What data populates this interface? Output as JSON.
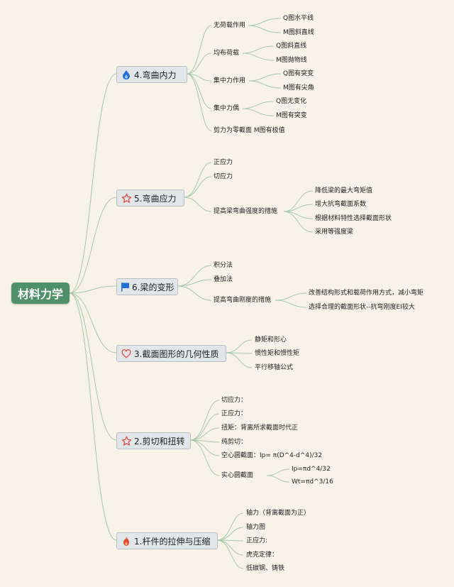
{
  "root": {
    "label": "材料力学"
  },
  "topics": {
    "bending_internal": {
      "label": "4.弯曲内力",
      "icon": "water-drop-icon",
      "children": {
        "no_load": {
          "label": "无荷载作用",
          "q": "Q图水平线",
          "m": "M图斜直线"
        },
        "uniform_load": {
          "label": "均布荷载",
          "q": "Q图斜直线",
          "m": "M图抛物线"
        },
        "point_force": {
          "label": "集中力作用",
          "q": "Q图有突变",
          "m": "M图有尖角"
        },
        "couple": {
          "label": "集中力偶",
          "q": "Q图无变化",
          "m": "M图有突变"
        },
        "zero_shear": {
          "label": "剪力为零截面 M图有极值"
        }
      }
    },
    "bending_stress": {
      "label": "5.弯曲应力",
      "icon": "star-outline-icon",
      "children": {
        "normal": "正应力",
        "shear": "切应力",
        "improve": {
          "label": "提高梁弯曲强度的措施",
          "items": [
            "降低梁的最大弯矩值",
            "增大抗弯截面系数",
            "根据材料特性选择截面形状",
            "采用等强度梁"
          ]
        }
      }
    },
    "deformation": {
      "label": "6.梁的变形",
      "icon": "flag-icon",
      "children": {
        "integral": "积分法",
        "superposition": "叠加法",
        "stiffness": {
          "label": "提高弯曲刚度的措施",
          "items": [
            "改善结构形式和载荷作用方式，减小弯矩",
            "选择合理的截面形状--抗弯刚度EI较大"
          ]
        }
      }
    },
    "geometry": {
      "label": "3.截面图形的几何性质",
      "icon": "heart-outline-icon",
      "children": [
        "静矩和形心",
        "惯性矩和惯性矩",
        "平行移轴公式"
      ]
    },
    "shear_torsion": {
      "label": "2.剪切和扭转",
      "icon": "star-outline-icon",
      "children": {
        "shear_stress": "切应力：",
        "normal_stress": "正应力：",
        "torque": "扭矩：背离所求截面时代正",
        "pure_shear": "纯剪切：",
        "hollow": "空心圆截面：Ip= π(D^4-d^4)/32",
        "solid": {
          "label": "实心圆截面",
          "ip": "Ip=πd^4/32",
          "wt": "Wt=πd^3/16"
        }
      }
    },
    "tension": {
      "label": "1.杆件的拉伸与压缩",
      "icon": "fire-icon",
      "children": [
        "轴力（背离截面为正）",
        "轴力图",
        "正应力:",
        "虎克定律：",
        "低碳钢、铸铁"
      ]
    }
  },
  "colors": {
    "background": "#f7f3e8",
    "root": "#4f8f6a",
    "topic_fill": "#e3e6e8",
    "line": "#a9c7b0",
    "icon_blue": "#1f6fd6",
    "icon_red": "#e04848",
    "icon_fire": "#e24a2a"
  }
}
